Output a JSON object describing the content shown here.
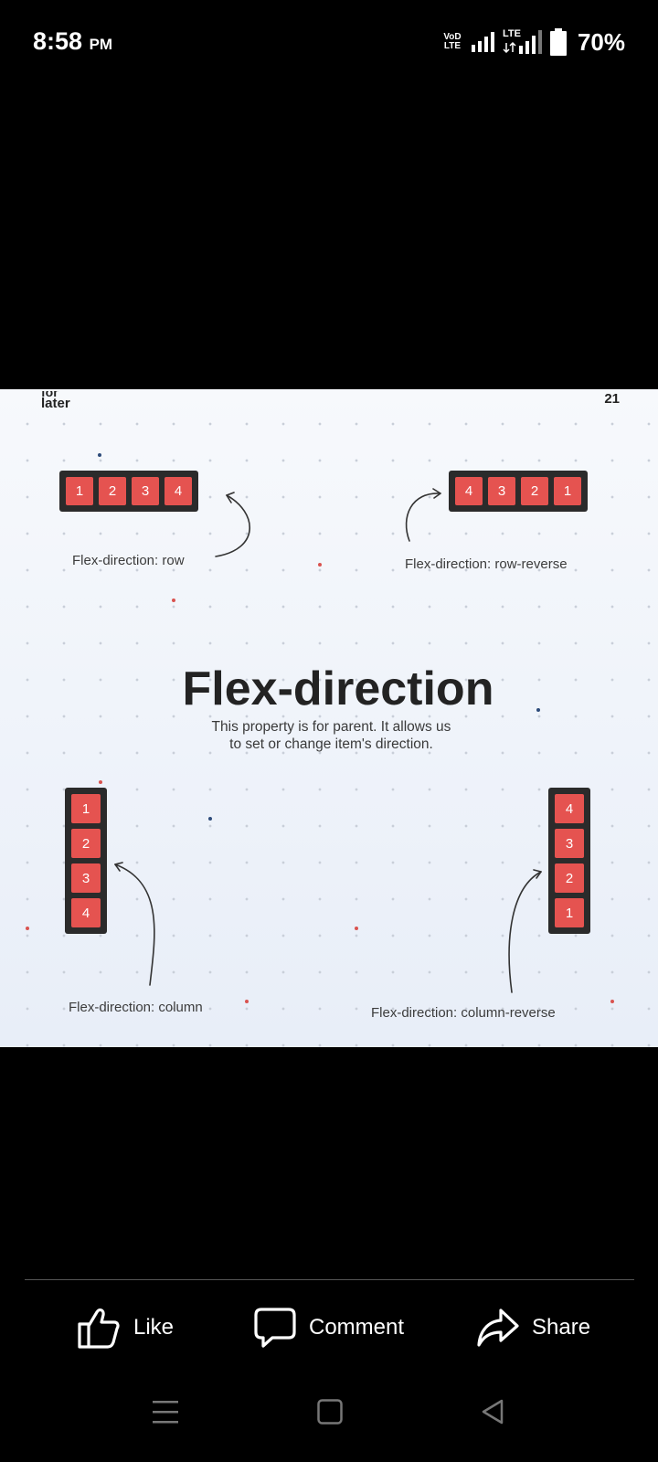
{
  "status_bar": {
    "time": "8:58",
    "ampm": "PM",
    "network_volte": "VoD LTE",
    "network_lte": "LTE",
    "battery": "70%"
  },
  "post_image": {
    "corner_left_cut": "for",
    "corner_left": "later",
    "corner_right": "21",
    "title": "Flex-direction",
    "description": "This property is for parent. It allows us to set or change item's direction.",
    "examples": {
      "row": {
        "label": "Flex-direction: row",
        "items": [
          "1",
          "2",
          "3",
          "4"
        ]
      },
      "row_reverse": {
        "label": "Flex-direction: row-reverse",
        "items": [
          "4",
          "3",
          "2",
          "1"
        ]
      },
      "column": {
        "label": "Flex-direction: column",
        "items": [
          "1",
          "2",
          "3",
          "4"
        ]
      },
      "column_reverse": {
        "label": "Flex-direction: column-reverse",
        "items": [
          "4",
          "3",
          "2",
          "1"
        ]
      }
    },
    "colors": {
      "item": "#e55350",
      "container": "#2b2b2b",
      "text": "#232323"
    }
  },
  "actions": {
    "like": {
      "label": "Like",
      "icon": "thumbs-up-icon"
    },
    "comment": {
      "label": "Comment",
      "icon": "comment-bubble-icon"
    },
    "share": {
      "label": "Share",
      "icon": "share-arrow-icon"
    }
  },
  "nav_bar": {
    "recents_icon": "menu-lines-icon",
    "home_icon": "square-home-icon",
    "back_icon": "triangle-back-icon"
  }
}
